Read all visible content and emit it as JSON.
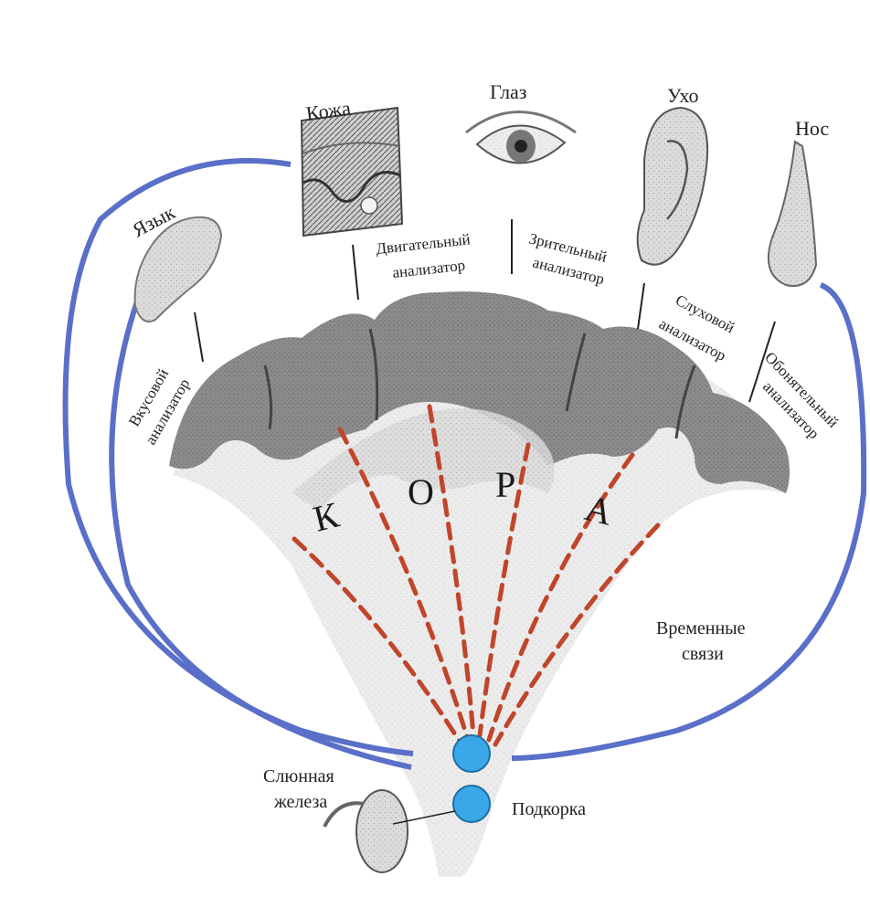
{
  "organs": {
    "skin": "Кожа",
    "eye": "Глаз",
    "ear": "Ухо",
    "nose": "Нос",
    "tongue": "Язык"
  },
  "analyzers": {
    "taste_1": "Вкусовой",
    "taste_2": "анализатор",
    "motor_1": "Двигательный",
    "motor_2": "анализатор",
    "visual_1": "Зрительный",
    "visual_2": "анализатор",
    "auditory_1": "Слуховой",
    "auditory_2": "анализатор",
    "olfactory_1": "Обонятельный",
    "olfactory_2": "анализатор"
  },
  "cortex_letters": [
    "К",
    "О",
    "Р",
    "А"
  ],
  "labels": {
    "temporary_links_1": "Временные",
    "temporary_links_2": "связи",
    "salivary_gland_1": "Слюнная",
    "salivary_gland_2": "железа",
    "subcortex": "Подкорка"
  },
  "colors": {
    "connection_line": "#5a6fc8",
    "red_dashes": "#c0452a",
    "subcortex_nodes": "#3aa8e8",
    "cortex_gray": "#8e8e8e"
  }
}
